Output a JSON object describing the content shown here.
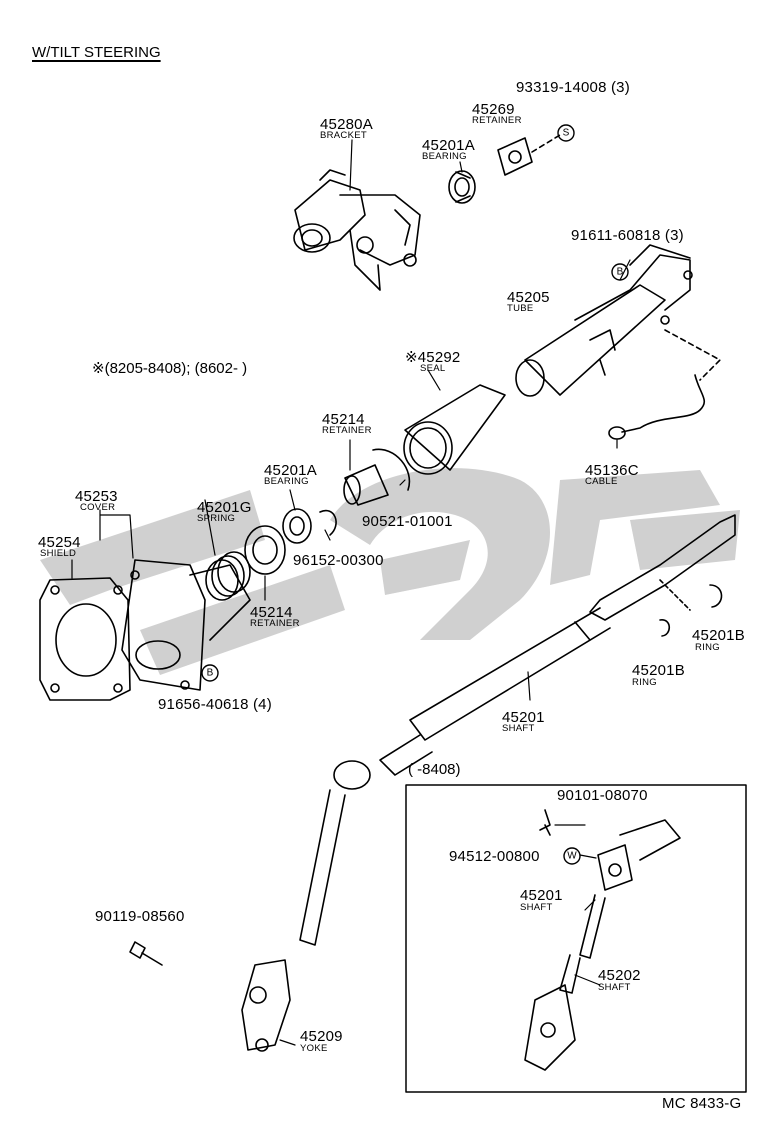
{
  "header": {
    "title": "W/TILT STEERING"
  },
  "note_production": "※(8205-8408); (8602-          )",
  "inset": {
    "label": "(        -8408)"
  },
  "diagram_code": "MC 8433-G",
  "watermark_color": "#c8c8c8",
  "parts": {
    "p45280A": {
      "number": "45280A",
      "name": "BRACKET"
    },
    "p45269": {
      "number": "45269",
      "name": "RETAINER"
    },
    "p93319": {
      "number": "93319-14008 (3)"
    },
    "p45201A_top": {
      "number": "45201A",
      "name": "BEARING"
    },
    "p91611": {
      "number": "91611-60818 (3)"
    },
    "p45205": {
      "number": "45205",
      "name": "TUBE"
    },
    "p45292": {
      "number": "※45292",
      "name": "SEAL"
    },
    "p45214_top": {
      "number": "45214",
      "name": "RETAINER"
    },
    "p45201A_mid": {
      "number": "45201A",
      "name": "BEARING"
    },
    "p45136C": {
      "number": "45136C",
      "name": "CABLE"
    },
    "p45253": {
      "number": "45253",
      "name": "COVER"
    },
    "p45254": {
      "number": "45254",
      "name": "SHIELD"
    },
    "p45201G": {
      "number": "45201G",
      "name": "SPRING"
    },
    "p90521": {
      "number": "90521-01001"
    },
    "p96152": {
      "number": "96152-00300"
    },
    "p45214_low": {
      "number": "45214",
      "name": "RETAINER"
    },
    "p91656": {
      "number": "91656-40618 (4)"
    },
    "p45201B_r": {
      "number": "45201B",
      "name": "RING"
    },
    "p45201B_l": {
      "number": "45201B",
      "name": "RING"
    },
    "p45201": {
      "number": "45201",
      "name": "SHAFT"
    },
    "p90101": {
      "number": "90101-08070"
    },
    "p94512": {
      "number": "94512-00800"
    },
    "p45201_inset": {
      "number": "45201",
      "name": "SHAFT"
    },
    "p45202": {
      "number": "45202",
      "name": "SHAFT"
    },
    "p90119": {
      "number": "90119-08560"
    },
    "p45209": {
      "number": "45209",
      "name": "YOKE"
    }
  },
  "symbols": {
    "s": "S",
    "b": "B",
    "w": "W"
  }
}
